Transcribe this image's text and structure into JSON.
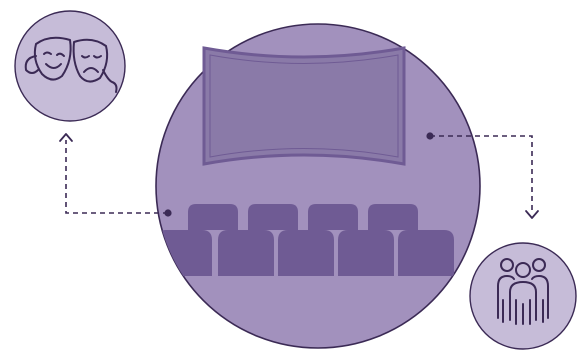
{
  "colors": {
    "background": "#ffffff",
    "circle_fill": "#a291bd",
    "small_circle_fill": "#c6bcd8",
    "outline": "#3b2a55",
    "screen_fill": "#8a7aa8",
    "seat_fill": "#6f5b94",
    "connector": "#3b2a55"
  },
  "icons": {
    "main": "cinema-hall-icon",
    "top_left": "theater-masks-icon",
    "bottom_right": "audience-group-icon"
  },
  "connectors": [
    {
      "from": "seats",
      "to": "theater-masks",
      "style": "dashed-arrow"
    },
    {
      "from": "screen",
      "to": "audience-group",
      "style": "dashed-arrow"
    }
  ]
}
